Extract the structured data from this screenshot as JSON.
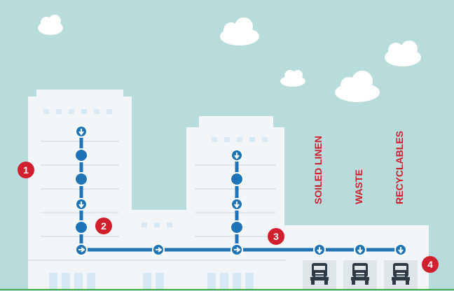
{
  "colors": {
    "sky": "#b8dcdc",
    "building": "#f2f6f8",
    "building_line": "#dfe6ea",
    "window": "#d6e8f3",
    "pipe": "#1f74b8",
    "accent": "#d0202e",
    "truck": "#2f3b44",
    "ground_line": "#4caf50"
  },
  "markers": {
    "m1": "1",
    "m2": "2",
    "m3": "3",
    "m4": "4"
  },
  "chutes": {
    "soiled_linen": "SOILED LINEN",
    "waste": "WASTE",
    "recyclables": "RECYCLABLES"
  },
  "icons": {
    "cloud": "cloud-icon",
    "arrow_down": "arrow-down-node-icon",
    "arrow_right": "arrow-right-node-icon",
    "truck": "garbage-truck-icon"
  }
}
